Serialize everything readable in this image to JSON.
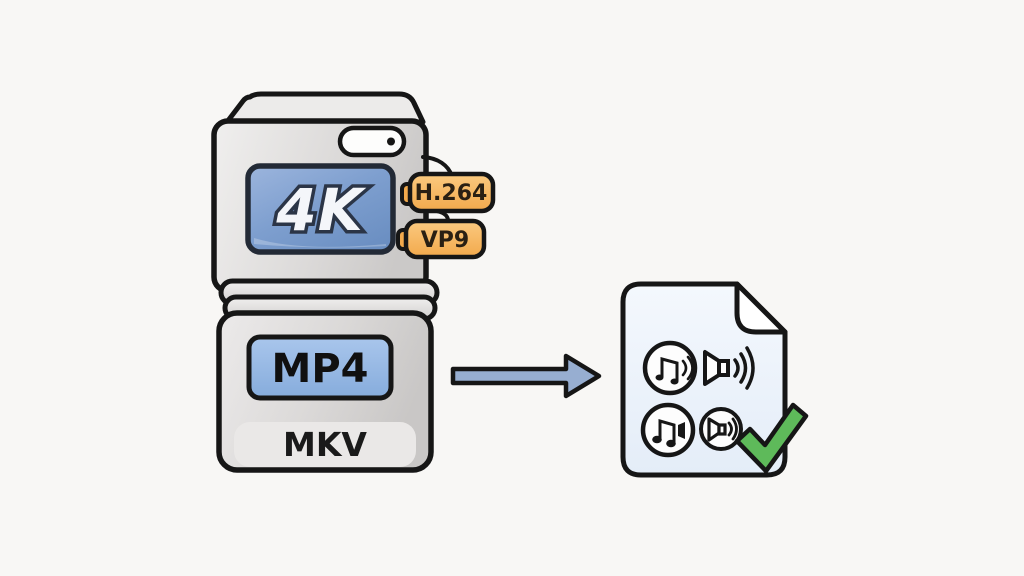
{
  "source_file": {
    "resolution_badge": "4K",
    "codec_tags": [
      {
        "label": "H.264"
      },
      {
        "label": "VP9"
      }
    ],
    "container_primary": "MP4",
    "container_secondary": "MKV"
  },
  "output_file": {
    "icons": [
      "music-note-audio-track-icon",
      "speaker-waves-icon",
      "music-note-speaker-track-icon",
      "speaker-circle-icon",
      "green-checkmark-icon"
    ]
  },
  "colors": {
    "background": "#f8f7f5",
    "outline": "#161616",
    "device_gray": "#dcdad9",
    "screen_blue": "#7e9fcf",
    "plate_blue": "#93b7e4",
    "tag_orange": "#f6b55c",
    "arrow_blue": "#97aed1",
    "document_blue": "#edf3fb",
    "check_green": "#5eba5a"
  }
}
